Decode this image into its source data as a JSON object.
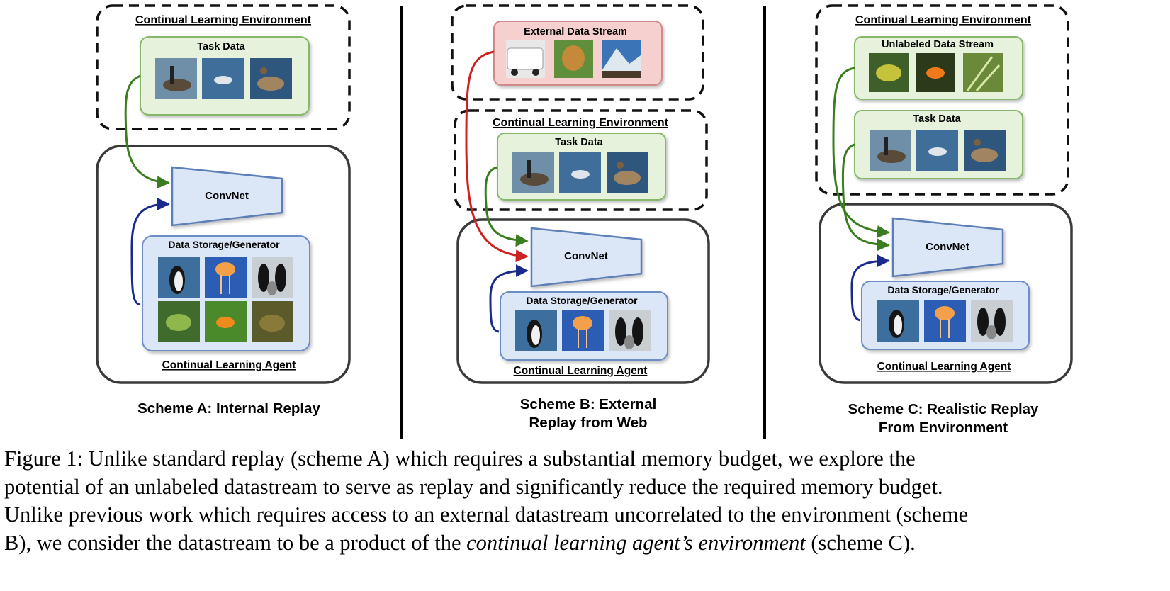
{
  "figure": {
    "scheme_a": {
      "environment_label": "Continual Learning Environment",
      "task_data_label": "Task Data",
      "convnet_label": "ConvNet",
      "storage_label": "Data Storage/Generator",
      "agent_label": "Continual Learning Agent",
      "title_line1": "Scheme A: Internal Replay"
    },
    "scheme_b": {
      "external_label": "External Data Stream",
      "environment_label": "Continual Learning Environment",
      "task_data_label": "Task Data",
      "convnet_label": "ConvNet",
      "storage_label": "Data Storage/Generator",
      "agent_label": "Continual Learning Agent",
      "title_line1": "Scheme B: External",
      "title_line2": "Replay from Web"
    },
    "scheme_c": {
      "environment_label": "Continual Learning Environment",
      "unlabeled_label": "Unlabeled Data Stream",
      "task_data_label": "Task Data",
      "convnet_label": "ConvNet",
      "storage_label": "Data Storage/Generator",
      "agent_label": "Continual Learning Agent",
      "title_line1": "Scheme C: Realistic Replay",
      "title_line2": "From Environment"
    },
    "colors": {
      "green_arrow": "#3a7d1e",
      "blue_arrow": "#1a2a8c",
      "red_arrow": "#cc2222",
      "green_fill": "#e6f2dc",
      "blue_fill": "#dbe7f7",
      "red_fill": "#f6cfcf"
    },
    "image_icons": {
      "task_data": [
        "goose-icon",
        "bird-on-water-icon",
        "duck-icon"
      ],
      "storage": [
        "penguin-icon",
        "jellyfish-icon",
        "penguins-icon",
        "frog-icon",
        "goldfish-icon",
        "toad-icon"
      ],
      "external": [
        "van-icon",
        "dog-icon",
        "mountain-icon"
      ],
      "unlabeled": [
        "frog-icon",
        "goldfish-icon",
        "plant-icon"
      ]
    }
  },
  "caption": {
    "line1": "Figure 1: Unlike standard replay (scheme A) which requires a substantial memory budget, we explore the",
    "line2": "potential of an unlabeled datastream to serve as replay and significantly reduce the required memory budget.",
    "line3": "Unlike previous work which requires access to an external datastream uncorrelated to the environment (scheme",
    "line4_before": "B), we consider the datastream to be a product of the ",
    "line4_italic": "continual learning agent’s environment",
    "line4_after": " (scheme C)."
  }
}
